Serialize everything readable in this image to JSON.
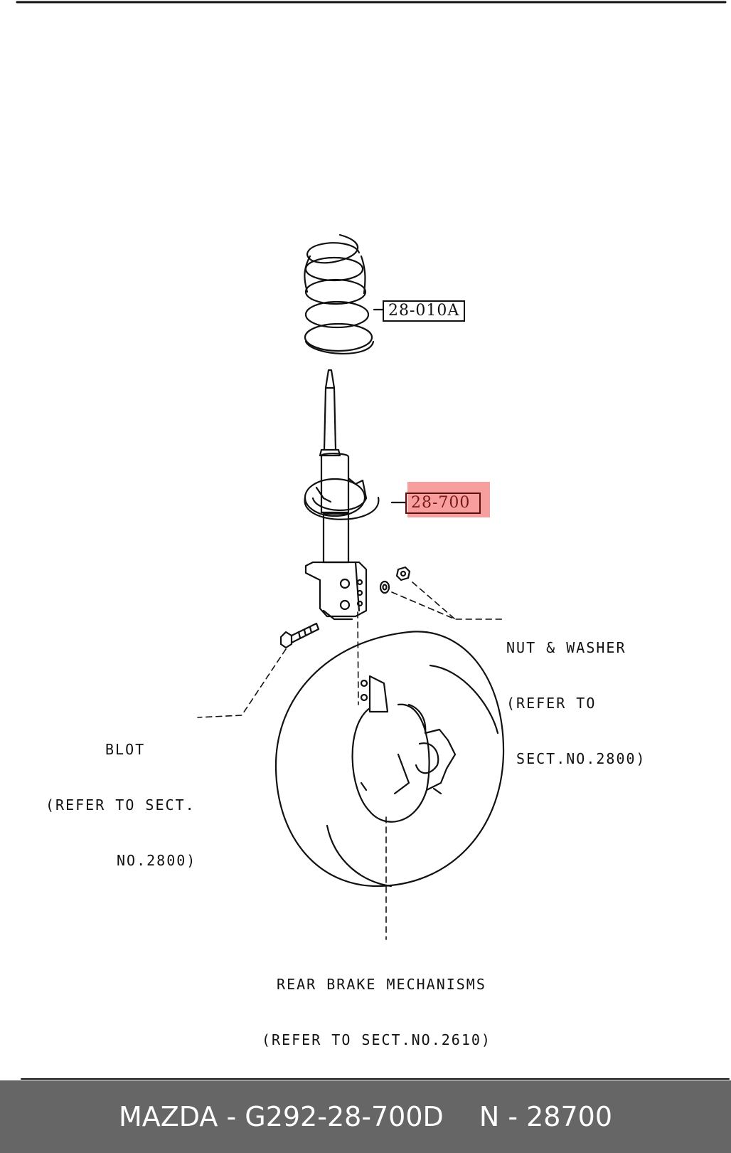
{
  "parts": {
    "spring": "28-010A",
    "strut": "28-700"
  },
  "callouts": {
    "nut_washer": [
      "NUT & WASHER",
      "(REFER TO",
      " SECT.NO.2800)"
    ],
    "bolt": [
      "BLOT",
      "(REFER TO SECT.",
      "NO.2800)"
    ],
    "brake": [
      "REAR BRAKE MECHANISMS",
      "(REFER TO SECT.NO.2610)"
    ]
  },
  "footer": {
    "part_number": "MAZDA - G292-28-700D",
    "ref_number": "N - 28700"
  },
  "colors": {
    "highlight": "#f05050",
    "footer_bg": "#666666"
  }
}
